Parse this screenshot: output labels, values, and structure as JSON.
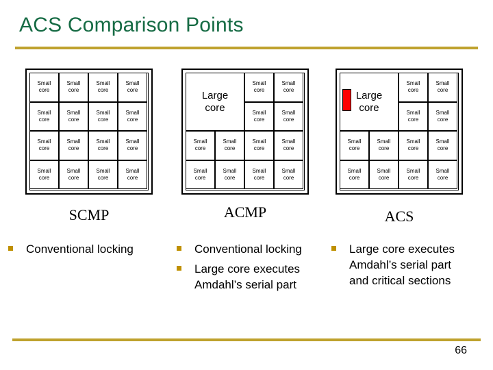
{
  "slide": {
    "title": "ACS Comparison Points",
    "page_number": "66",
    "title_color": "#166b44",
    "rule_color": "#bfa22e",
    "bullet_color": "#bf9000",
    "critical_section_color": "#fe0000"
  },
  "labels": {
    "small_core_line1": "Small",
    "small_core_line2": "core",
    "large_core_line1": "Large",
    "large_core_line2": "core"
  },
  "blocks": [
    {
      "id": "scmp",
      "caption": "SCMP",
      "layout": "4x4 small cores",
      "has_large_core": false,
      "has_critical_section_marker": false
    },
    {
      "id": "acmp",
      "caption": "ACMP",
      "layout": "one 2x2 large core top-left, 12 small cores",
      "has_large_core": true,
      "has_critical_section_marker": false
    },
    {
      "id": "acs",
      "caption": "ACS",
      "layout": "one 2x2 large core top-left with critical-section unit, 12 small cores",
      "has_large_core": true,
      "has_critical_section_marker": true
    }
  ],
  "bullets": {
    "scmp": [
      {
        "lines": [
          "Conventional locking"
        ]
      }
    ],
    "acmp": [
      {
        "lines": [
          "Conventional locking"
        ]
      },
      {
        "lines": [
          "Large core executes",
          "Amdahl’s serial part"
        ]
      }
    ],
    "acs": [
      {
        "lines": [
          "Large core executes",
          "Amdahl’s serial part",
          "and critical sections"
        ]
      }
    ]
  }
}
